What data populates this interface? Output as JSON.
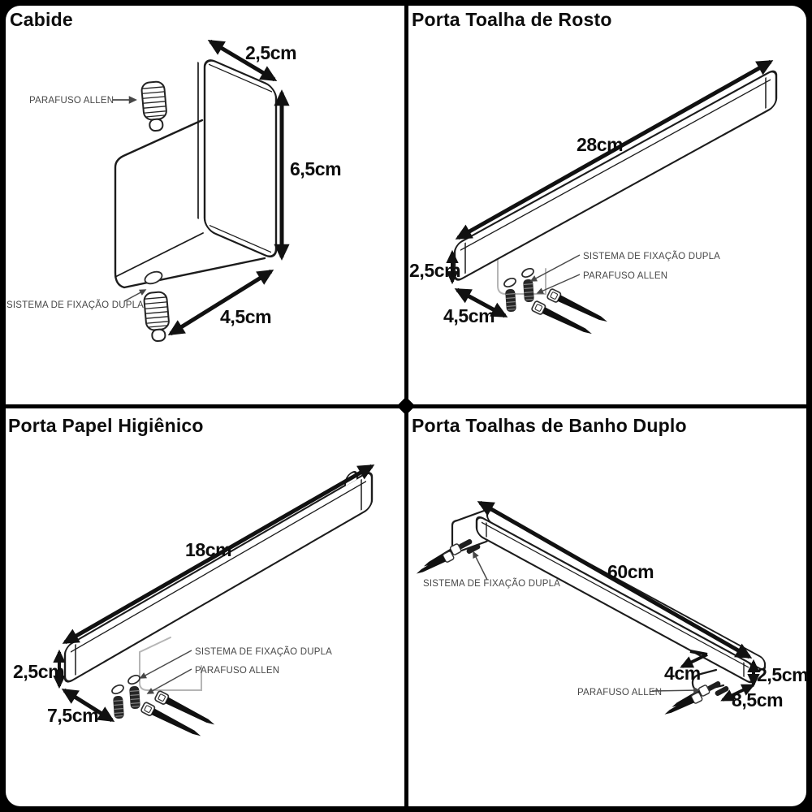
{
  "colors": {
    "frame": "#000000",
    "panel": "#ffffff",
    "ink": "#1c1c1c",
    "dimension_text": "#0d0d0d",
    "label_text": "#474747",
    "bracket_gray": "#b5b5b5"
  },
  "panels": [
    {
      "id": "cabide",
      "title": "Cabide",
      "labels": {
        "parafuso": "PARAFUSO ALLEN",
        "sistema": "SISTEMA DE FIXAÇÃO DUPLA"
      },
      "dims": {
        "depth": "2,5cm",
        "height": "6,5cm",
        "width": "4,5cm"
      }
    },
    {
      "id": "porta-toalha-de-rosto",
      "title": "Porta Toalha de Rosto",
      "labels": {
        "sistema": "SISTEMA DE FIXAÇÃO DUPLA",
        "parafuso": "PARAFUSO ALLEN"
      },
      "dims": {
        "length": "28cm",
        "height": "2,5cm",
        "depth": "4,5cm"
      }
    },
    {
      "id": "porta-papel-higienico",
      "title": "Porta Papel Higiênico",
      "labels": {
        "sistema": "SISTEMA DE FIXAÇÃO DUPLA",
        "parafuso": "PARAFUSO ALLEN"
      },
      "dims": {
        "length": "18cm",
        "height": "2,5cm",
        "depth": "7,5cm"
      }
    },
    {
      "id": "porta-toalhas-de-banho-duplo",
      "title": "Porta Toalhas de Banho Duplo",
      "labels": {
        "sistema": "SISTEMA DE FIXAÇÃO DUPLA",
        "parafuso": "PARAFUSO ALLEN"
      },
      "dims": {
        "length": "60cm",
        "gap": "4cm",
        "height": "2,5cm",
        "depth": "8,5cm"
      }
    }
  ]
}
